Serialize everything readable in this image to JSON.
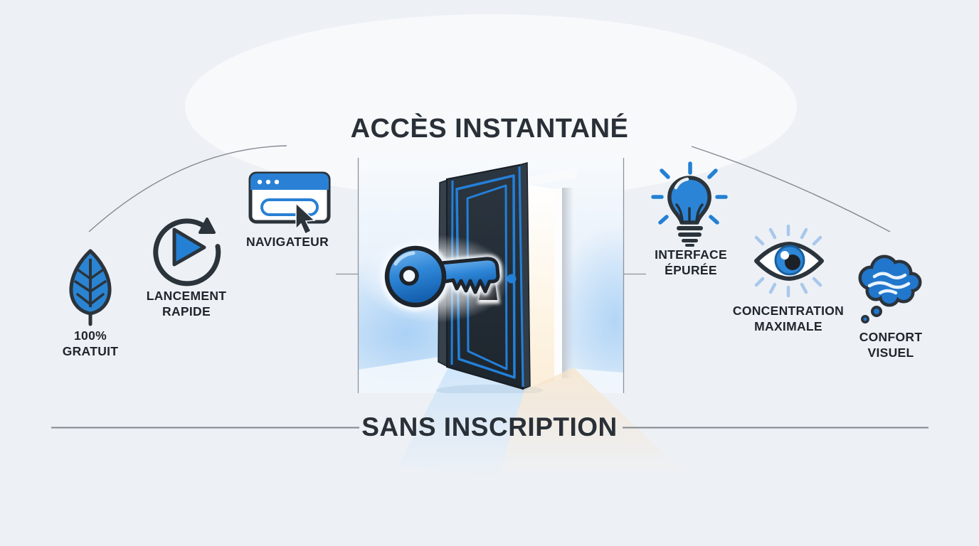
{
  "meta": {
    "type": "infographic",
    "language": "fr"
  },
  "colors": {
    "background": "#edf1f6",
    "accent_blue": "#2380d4",
    "outline_dark": "#2b333b",
    "text_dark": "#20262d",
    "line_gray": "#8a9098",
    "lash_light_blue": "#a9c8ea",
    "glow_white": "#ffffff",
    "beam_peach": "#f7e3c8",
    "beam_blue": "#badbf8"
  },
  "header": {
    "title": "ACCÈS INSTANTANÉ"
  },
  "footer": {
    "title": "SANS INSCRIPTION"
  },
  "center_scene": {
    "icons": [
      "key-icon",
      "open-door-icon"
    ],
    "description": "blue glowing key entering the keyhole of a dark open door with light shining through"
  },
  "features_left": [
    {
      "icon": "leaf-icon",
      "lines": [
        "100%",
        "GRATUIT"
      ]
    },
    {
      "icon": "restart-play-icon",
      "lines": [
        "LANCEMENT",
        "RAPIDE"
      ]
    },
    {
      "icon": "browser-window-icon",
      "lines": [
        "NAVIGATEUR",
        ""
      ]
    }
  ],
  "features_right": [
    {
      "icon": "lightbulb-icon",
      "lines": [
        "INTERFACE",
        "ÉPURÉE"
      ]
    },
    {
      "icon": "eye-icon",
      "lines": [
        "CONCENTRATION",
        "MAXIMALE"
      ]
    },
    {
      "icon": "thought-cloud-icon",
      "lines": [
        "CONFORT",
        "VISUEL"
      ]
    }
  ]
}
